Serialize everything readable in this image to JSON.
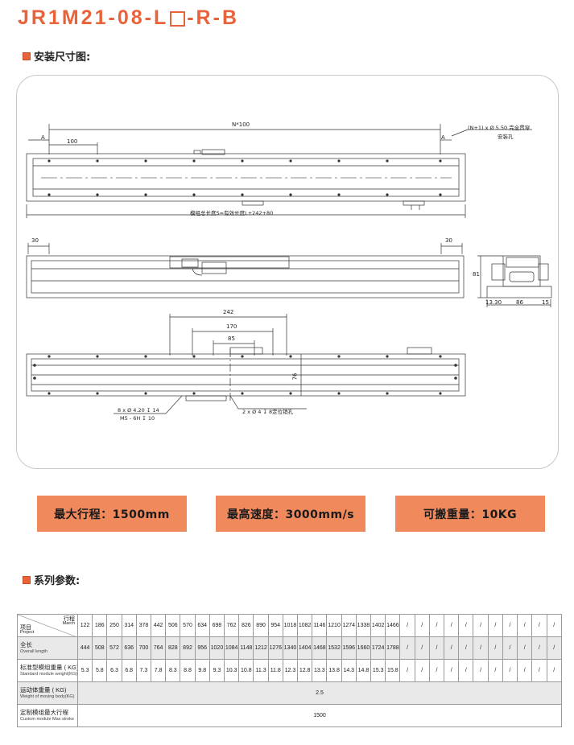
{
  "model": {
    "part1": "JR1M21-08-L",
    "part2": "-R-B"
  },
  "sections": {
    "drawing": "安装尺寸图:",
    "params": "系列参数:"
  },
  "drawing": {
    "n100": "N*100",
    "d100": "100",
    "a_left": "A",
    "a_right": "A",
    "hole_note1": "(N+1) x Ø 5.50 完全贯穿",
    "hole_note2": "安装孔",
    "total_length": "模组总长度S=有效长度L+242+80",
    "d30_left": "30",
    "d30_right": "30",
    "d81": "81",
    "d13_30": "13.30",
    "d86": "86",
    "d15": "15",
    "d242": "242",
    "d170": "170",
    "d85": "85",
    "d76": "76",
    "note8x": "8 x Ø 4.20 ↧ 14",
    "noteM5": "M5 - 6H ↧ 10",
    "note2x": "2 x Ø 4 ↧ 8定位销孔"
  },
  "specs": {
    "stroke": "最大行程：1500mm",
    "speed": "最高速度：3000mm/s",
    "load": "可搬重量：10KG"
  },
  "table": {
    "head_stroke_cn": "行程",
    "head_stroke_en": "March",
    "head_project_cn": "项目",
    "head_project_en": "Project",
    "strokes": [
      "122",
      "186",
      "250",
      "314",
      "378",
      "442",
      "506",
      "570",
      "634",
      "698",
      "762",
      "826",
      "890",
      "954",
      "1018",
      "1082",
      "1146",
      "1210",
      "1274",
      "1338",
      "1402",
      "1466",
      "/",
      "/",
      "/",
      "/",
      "/",
      "/",
      "/",
      "/",
      "/",
      "/",
      "/"
    ],
    "rows": {
      "overall": {
        "cn": "全长",
        "en": "Overall length",
        "values": [
          "444",
          "508",
          "572",
          "636",
          "700",
          "764",
          "828",
          "892",
          "956",
          "1020",
          "1084",
          "1148",
          "1212",
          "1276",
          "1340",
          "1404",
          "1468",
          "1532",
          "1596",
          "1660",
          "1724",
          "1788",
          "/",
          "/",
          "/",
          "/",
          "/",
          "/",
          "/",
          "/",
          "/",
          "/",
          "/"
        ]
      },
      "weight": {
        "cn": "标准型模组重量 ( KG)",
        "en": "Standard module weight(KG)",
        "values": [
          "5.3",
          "5.8",
          "6.3",
          "6.8",
          "7.3",
          "7.8",
          "8.3",
          "8.8",
          "9.8",
          "9.3",
          "10.3",
          "10.8",
          "11.3",
          "11.8",
          "12.3",
          "12.8",
          "13.3",
          "13.8",
          "14.3",
          "14.8",
          "15.3",
          "15.8",
          "/",
          "/",
          "/",
          "/",
          "/",
          "/",
          "/",
          "/",
          "/",
          "/",
          "/"
        ]
      },
      "moving": {
        "cn": "运动体重量 ( KG)",
        "en": "Weight of moving body(KG)",
        "value": "2.5"
      },
      "custom": {
        "cn": "定制模组最大行程",
        "en": "Custom module Max stroke",
        "value": "1500"
      }
    }
  }
}
